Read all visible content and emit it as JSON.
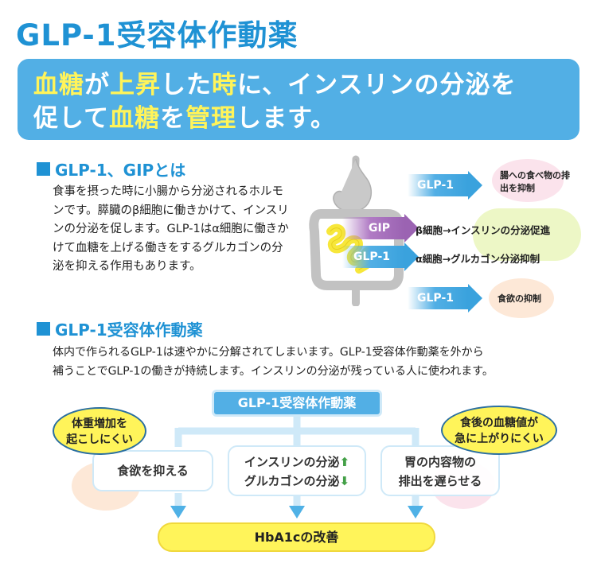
{
  "title": "GLP-1受容体作動薬",
  "banner": {
    "line1_hl1": "血糖",
    "line1_mid": "が",
    "line1_hl2": "上昇",
    "line1_mid2": "した",
    "line1_hl3": "時",
    "line1_rest": "に、インスリンの分泌を",
    "line2_pre": "促して",
    "line2_hl1": "血糖",
    "line2_mid": "を",
    "line2_hl2": "管理",
    "line2_rest": "します。"
  },
  "section1": {
    "heading": "GLP-1、GIPとは",
    "text": "食事を摂った時に小腸から分泌されるホルモンです。膵臓のβ細胞に働きかけて、インスリンの分泌を促します。GLP-1はα細胞に働きかけて血糖を上げる働きをするグルカゴンの分泌を抑える作用もあります。"
  },
  "section2": {
    "heading": "GLP-1受容体作動薬",
    "line1": "体内で作られるGLP-1は速やかに分解されてしまいます。GLP-1受容体作動薬を外から",
    "line2": "補うことでGLP-1の働きが持続します。インスリンの分泌が残っている人に使われます。"
  },
  "hormone_diagram": {
    "arrows": [
      {
        "label": "GLP-1",
        "effect": "腸への食べ物の排出を抑制"
      },
      {
        "label": "GIP",
        "effect": "β細胞→インスリンの分泌促進"
      },
      {
        "label": "GLP-1",
        "effect": "α細胞→グルカゴン分泌抑制"
      },
      {
        "label": "GLP-1",
        "effect": "食欲の抑制"
      }
    ]
  },
  "flow": {
    "title": "GLP-1受容体作動薬",
    "box_left": "食欲を抑える",
    "box_mid_line1": "インスリンの分泌",
    "box_mid_arrow1": "⬆",
    "box_mid_line2": "グルカゴンの分泌",
    "box_mid_arrow2": "⬇",
    "box_right_line1": "胃の内容物の",
    "box_right_line2": "排出を遅らせる",
    "bubble_left_line1": "体重増加を",
    "bubble_left_line2": "起こしにくい",
    "bubble_right_line1": "食後の血糖値が",
    "bubble_right_line2": "急に上がりにくい",
    "result": "HbA1cの改善"
  },
  "colors": {
    "accent_blue": "#1f92d4",
    "banner_blue": "#52afe5",
    "highlight_yellow": "#fff45a",
    "gip_purple": "#9b63b2"
  }
}
